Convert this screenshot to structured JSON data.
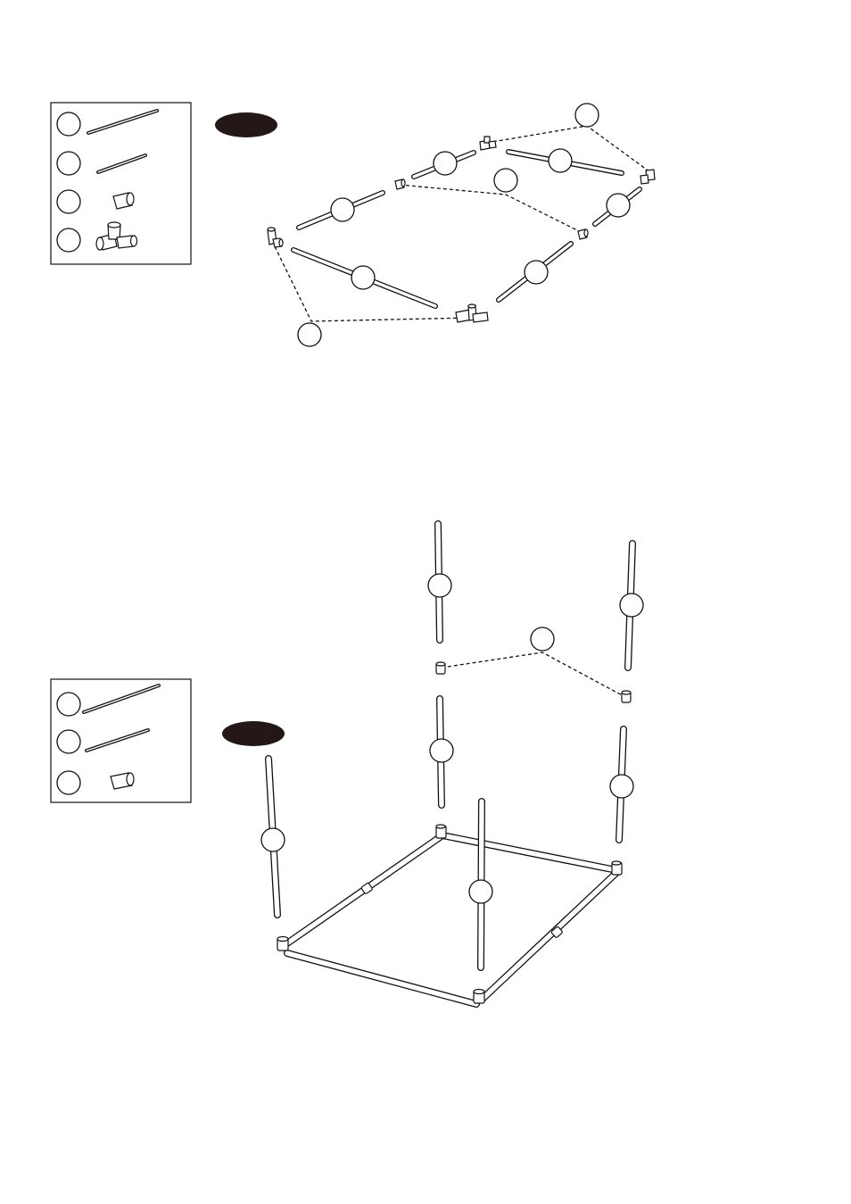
{
  "steps": [
    {
      "name": "step-1-base-frame",
      "badge_label": "",
      "legend_parts": [
        {
          "id": "long-pipe",
          "icon": "long-pipe-icon",
          "label": ""
        },
        {
          "id": "short-pipe",
          "icon": "short-pipe-icon",
          "label": ""
        },
        {
          "id": "straight-connector",
          "icon": "straight-connector-icon",
          "label": ""
        },
        {
          "id": "three-way-connector",
          "icon": "three-way-connector-icon",
          "label": ""
        }
      ]
    },
    {
      "name": "step-2-legs",
      "badge_label": "",
      "legend_parts": [
        {
          "id": "long-pipe",
          "icon": "long-pipe-icon",
          "label": ""
        },
        {
          "id": "short-pipe",
          "icon": "short-pipe-icon",
          "label": ""
        },
        {
          "id": "straight-connector",
          "icon": "straight-connector-icon",
          "label": ""
        }
      ]
    }
  ],
  "colors": {
    "badge": "#231815",
    "line": "#111111",
    "background": "#ffffff"
  }
}
